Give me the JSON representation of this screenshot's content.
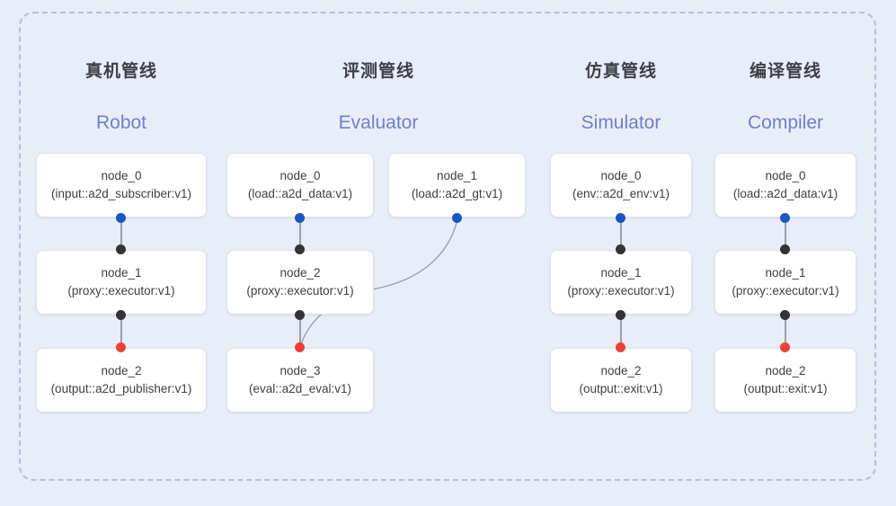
{
  "diagram": {
    "frame": {
      "style": "dashed-rounded-container"
    },
    "columns": [
      {
        "id": "robot",
        "title_cn": "真机管线",
        "title_en": "Robot",
        "nodes": [
          {
            "name": "node_0",
            "type": "(input::a2d_subscriber:v1)",
            "out_port": "blue"
          },
          {
            "name": "node_1",
            "type": "(proxy::executor:v1)",
            "in_port": "black",
            "out_port": "black"
          },
          {
            "name": "node_2",
            "type": "(output::a2d_publisher:v1)",
            "in_port": "red"
          }
        ]
      },
      {
        "id": "evaluator",
        "title_cn": "评测管线",
        "title_en": "Evaluator",
        "nodes": [
          {
            "name": "node_0",
            "type": "(load::a2d_data:v1)",
            "out_port": "blue"
          },
          {
            "name": "node_1",
            "type": "(load::a2d_gt:v1)",
            "out_port": "blue"
          },
          {
            "name": "node_2",
            "type": "(proxy::executor:v1)",
            "in_port": "black",
            "out_port": "black"
          },
          {
            "name": "node_3",
            "type": "(eval::a2d_eval:v1)",
            "in_port": "red"
          }
        ]
      },
      {
        "id": "simulator",
        "title_cn": "仿真管线",
        "title_en": "Simulator",
        "nodes": [
          {
            "name": "node_0",
            "type": "(env::a2d_env:v1)",
            "out_port": "blue"
          },
          {
            "name": "node_1",
            "type": "(proxy::executor:v1)",
            "in_port": "black",
            "out_port": "black"
          },
          {
            "name": "node_2",
            "type": "(output::exit:v1)",
            "in_port": "red"
          }
        ]
      },
      {
        "id": "compiler",
        "title_cn": "编译管线",
        "title_en": "Compiler",
        "nodes": [
          {
            "name": "node_0",
            "type": "(load::a2d_data:v1)",
            "out_port": "blue"
          },
          {
            "name": "node_1",
            "type": "(proxy::executor:v1)",
            "in_port": "black",
            "out_port": "black"
          },
          {
            "name": "node_2",
            "type": "(output::exit:v1)",
            "in_port": "red"
          }
        ]
      }
    ],
    "colors": {
      "background": "#e9edf8",
      "node_fill": "#ffffff",
      "node_border": "#dfe1e6",
      "frame_border": "#b9bfd0",
      "port_blue": "#1a56c4",
      "port_black": "#333333",
      "port_red": "#ea4335",
      "edge": "#9aa0a6",
      "title_text": "#3c4043",
      "subtitle_text": "#6e80c9"
    }
  }
}
